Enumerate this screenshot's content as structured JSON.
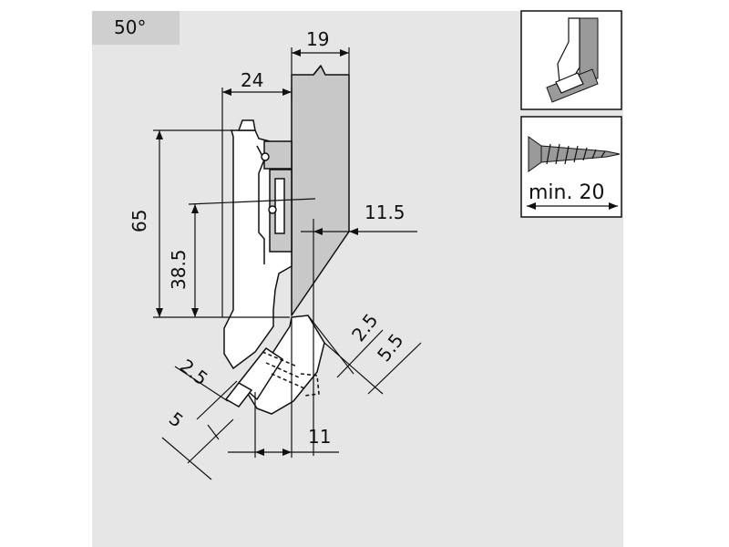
{
  "angle_tag": "50°",
  "dimensions": {
    "d19": "19",
    "d24": "24",
    "d65": "65",
    "d38_5": "38.5",
    "d11_5": "11.5",
    "d2_5_right": "2.5",
    "d5_5": "5.5",
    "d2_5_left": "2.5",
    "d5": "5",
    "d11": "11"
  },
  "screw_note": "min. 20",
  "colors": {
    "background": "#e6e6e6",
    "door_panel": "#c8c8c8",
    "tag": "#cfcfcf",
    "hinge_body": "#ffffff",
    "line": "#111111"
  },
  "icons": {
    "hinge_preview": "hinge-thumbnail-icon",
    "screw": "screw-icon"
  }
}
